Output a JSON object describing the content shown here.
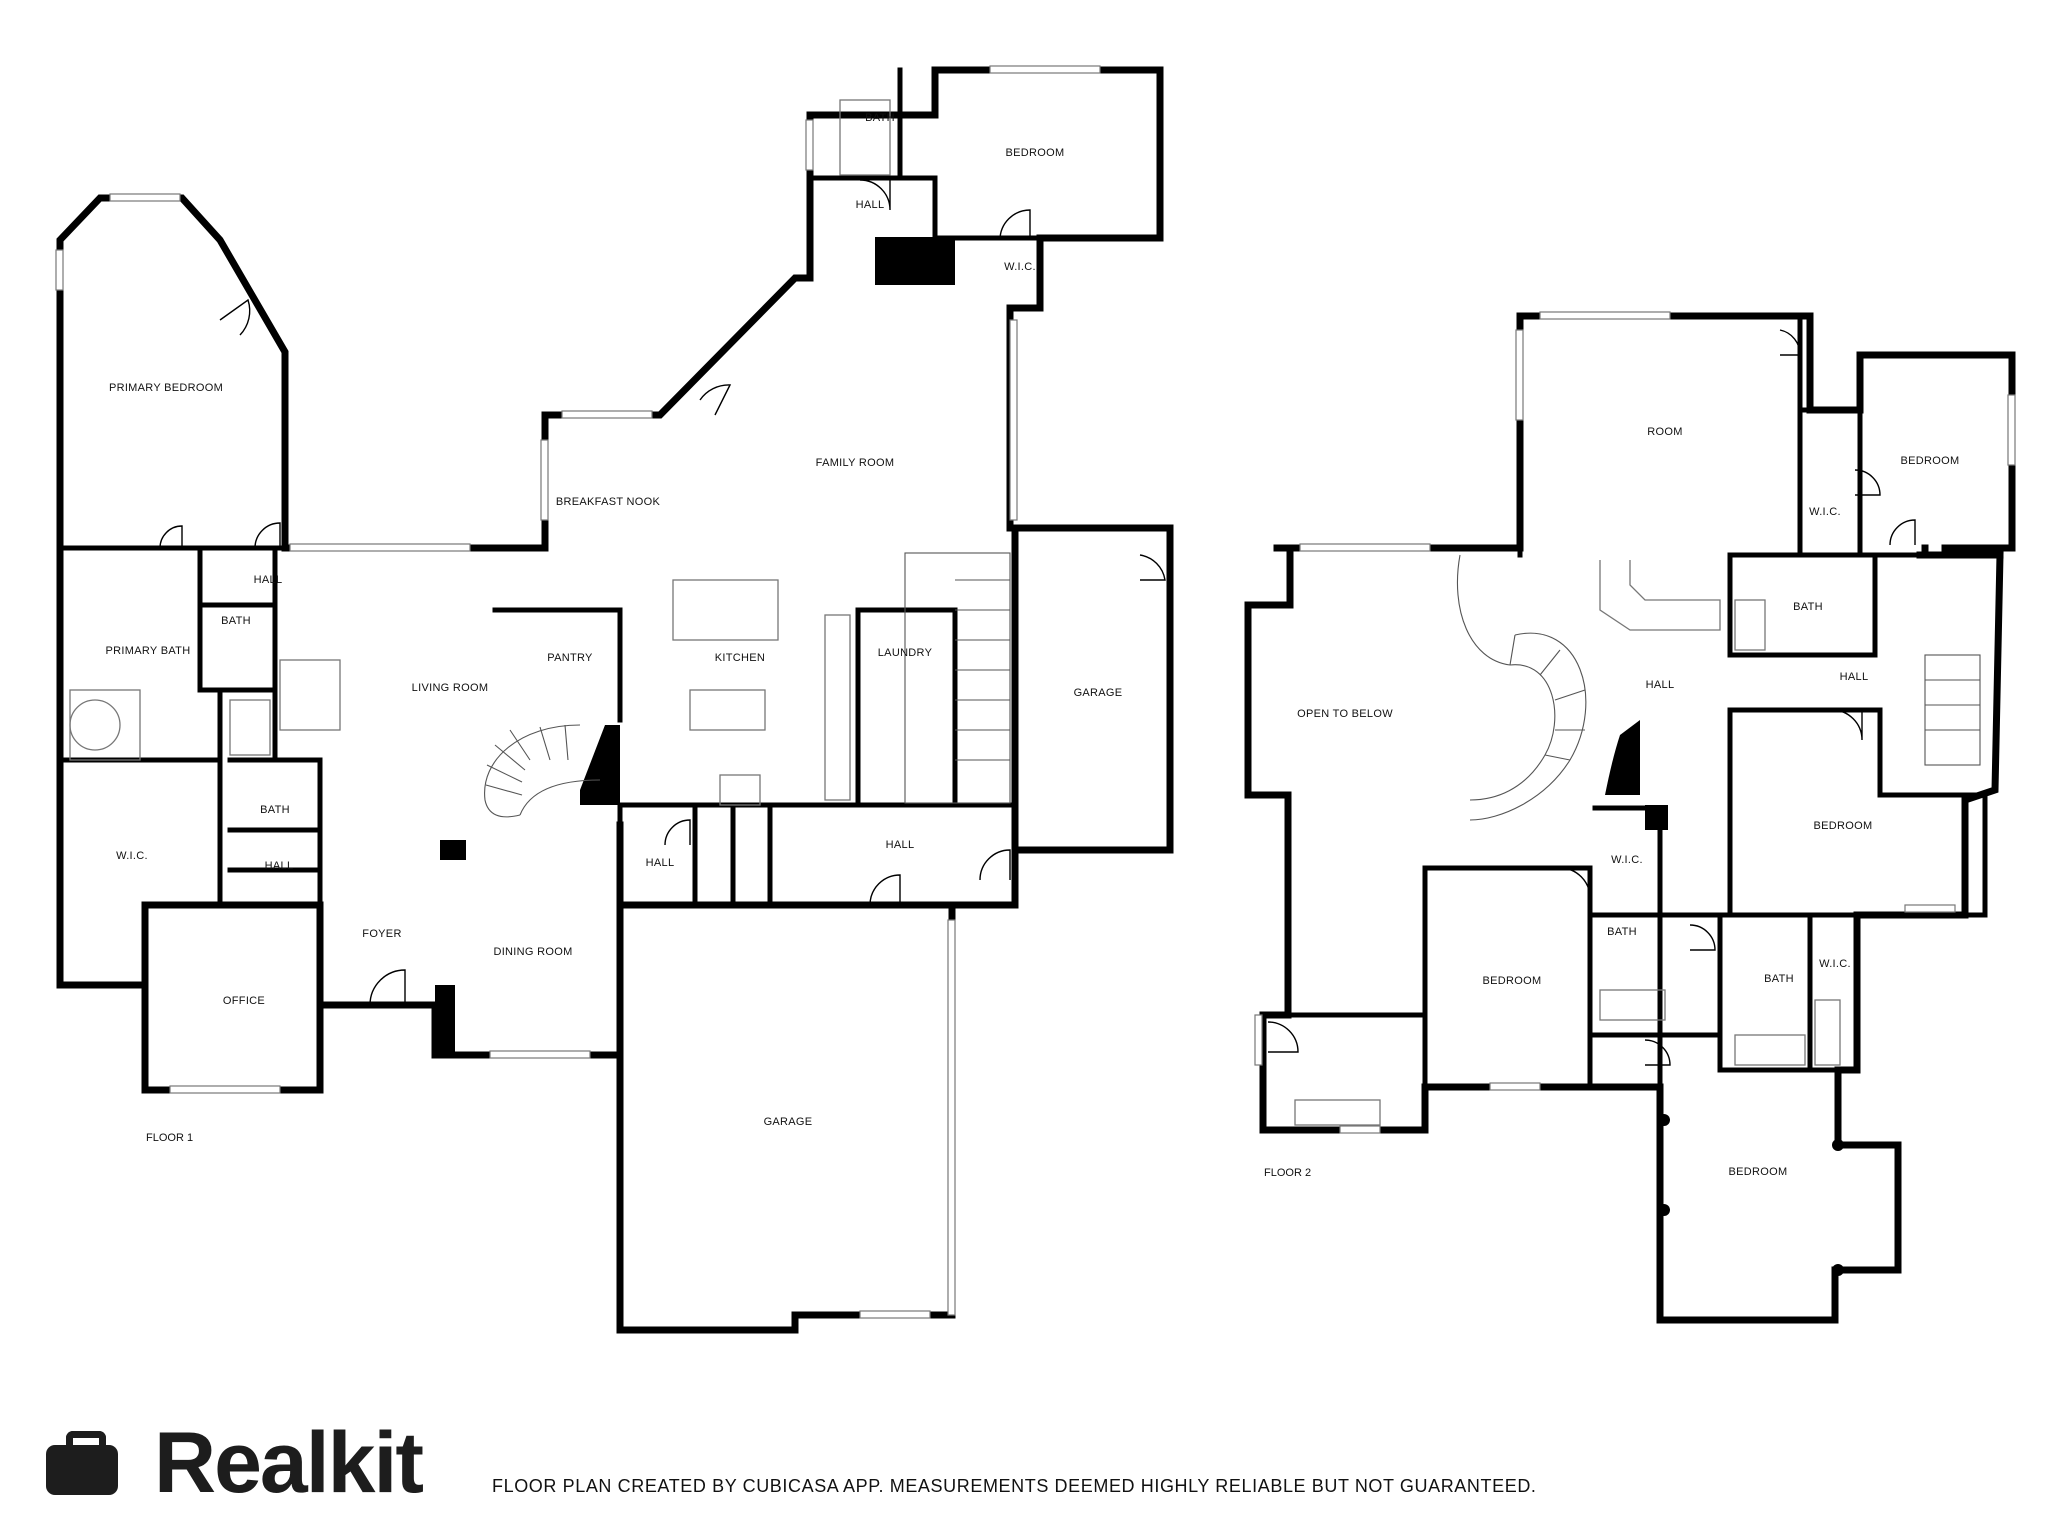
{
  "floors": [
    {
      "label": "FLOOR 1",
      "rooms": [
        "PRIMARY BEDROOM",
        "BATH",
        "HALL",
        "BEDROOM",
        "W.I.C.",
        "FAMILY ROOM",
        "BREAKFAST NOOK",
        "HALL",
        "BATH",
        "PRIMARY BATH",
        "PANTRY",
        "KITCHEN",
        "LAUNDRY",
        "LIVING ROOM",
        "GARAGE",
        "BATH",
        "W.I.C.",
        "HALL",
        "HALL",
        "HALL",
        "FOYER",
        "DINING ROOM",
        "OFFICE",
        "GARAGE"
      ]
    },
    {
      "label": "FLOOR 2",
      "rooms": [
        "ROOM",
        "BEDROOM",
        "W.I.C.",
        "BATH",
        "HALL",
        "HALL",
        "OPEN TO BELOW",
        "BEDROOM",
        "W.I.C.",
        "BATH",
        "BATH",
        "W.I.C.",
        "BEDROOM",
        "BEDROOM"
      ]
    }
  ],
  "brand": {
    "name": "Realkit",
    "icon": "briefcase-icon"
  },
  "disclaimer": "FLOOR PLAN CREATED BY CUBICASA APP. MEASUREMENTS DEEMED HIGHLY RELIABLE BUT NOT GUARANTEED."
}
